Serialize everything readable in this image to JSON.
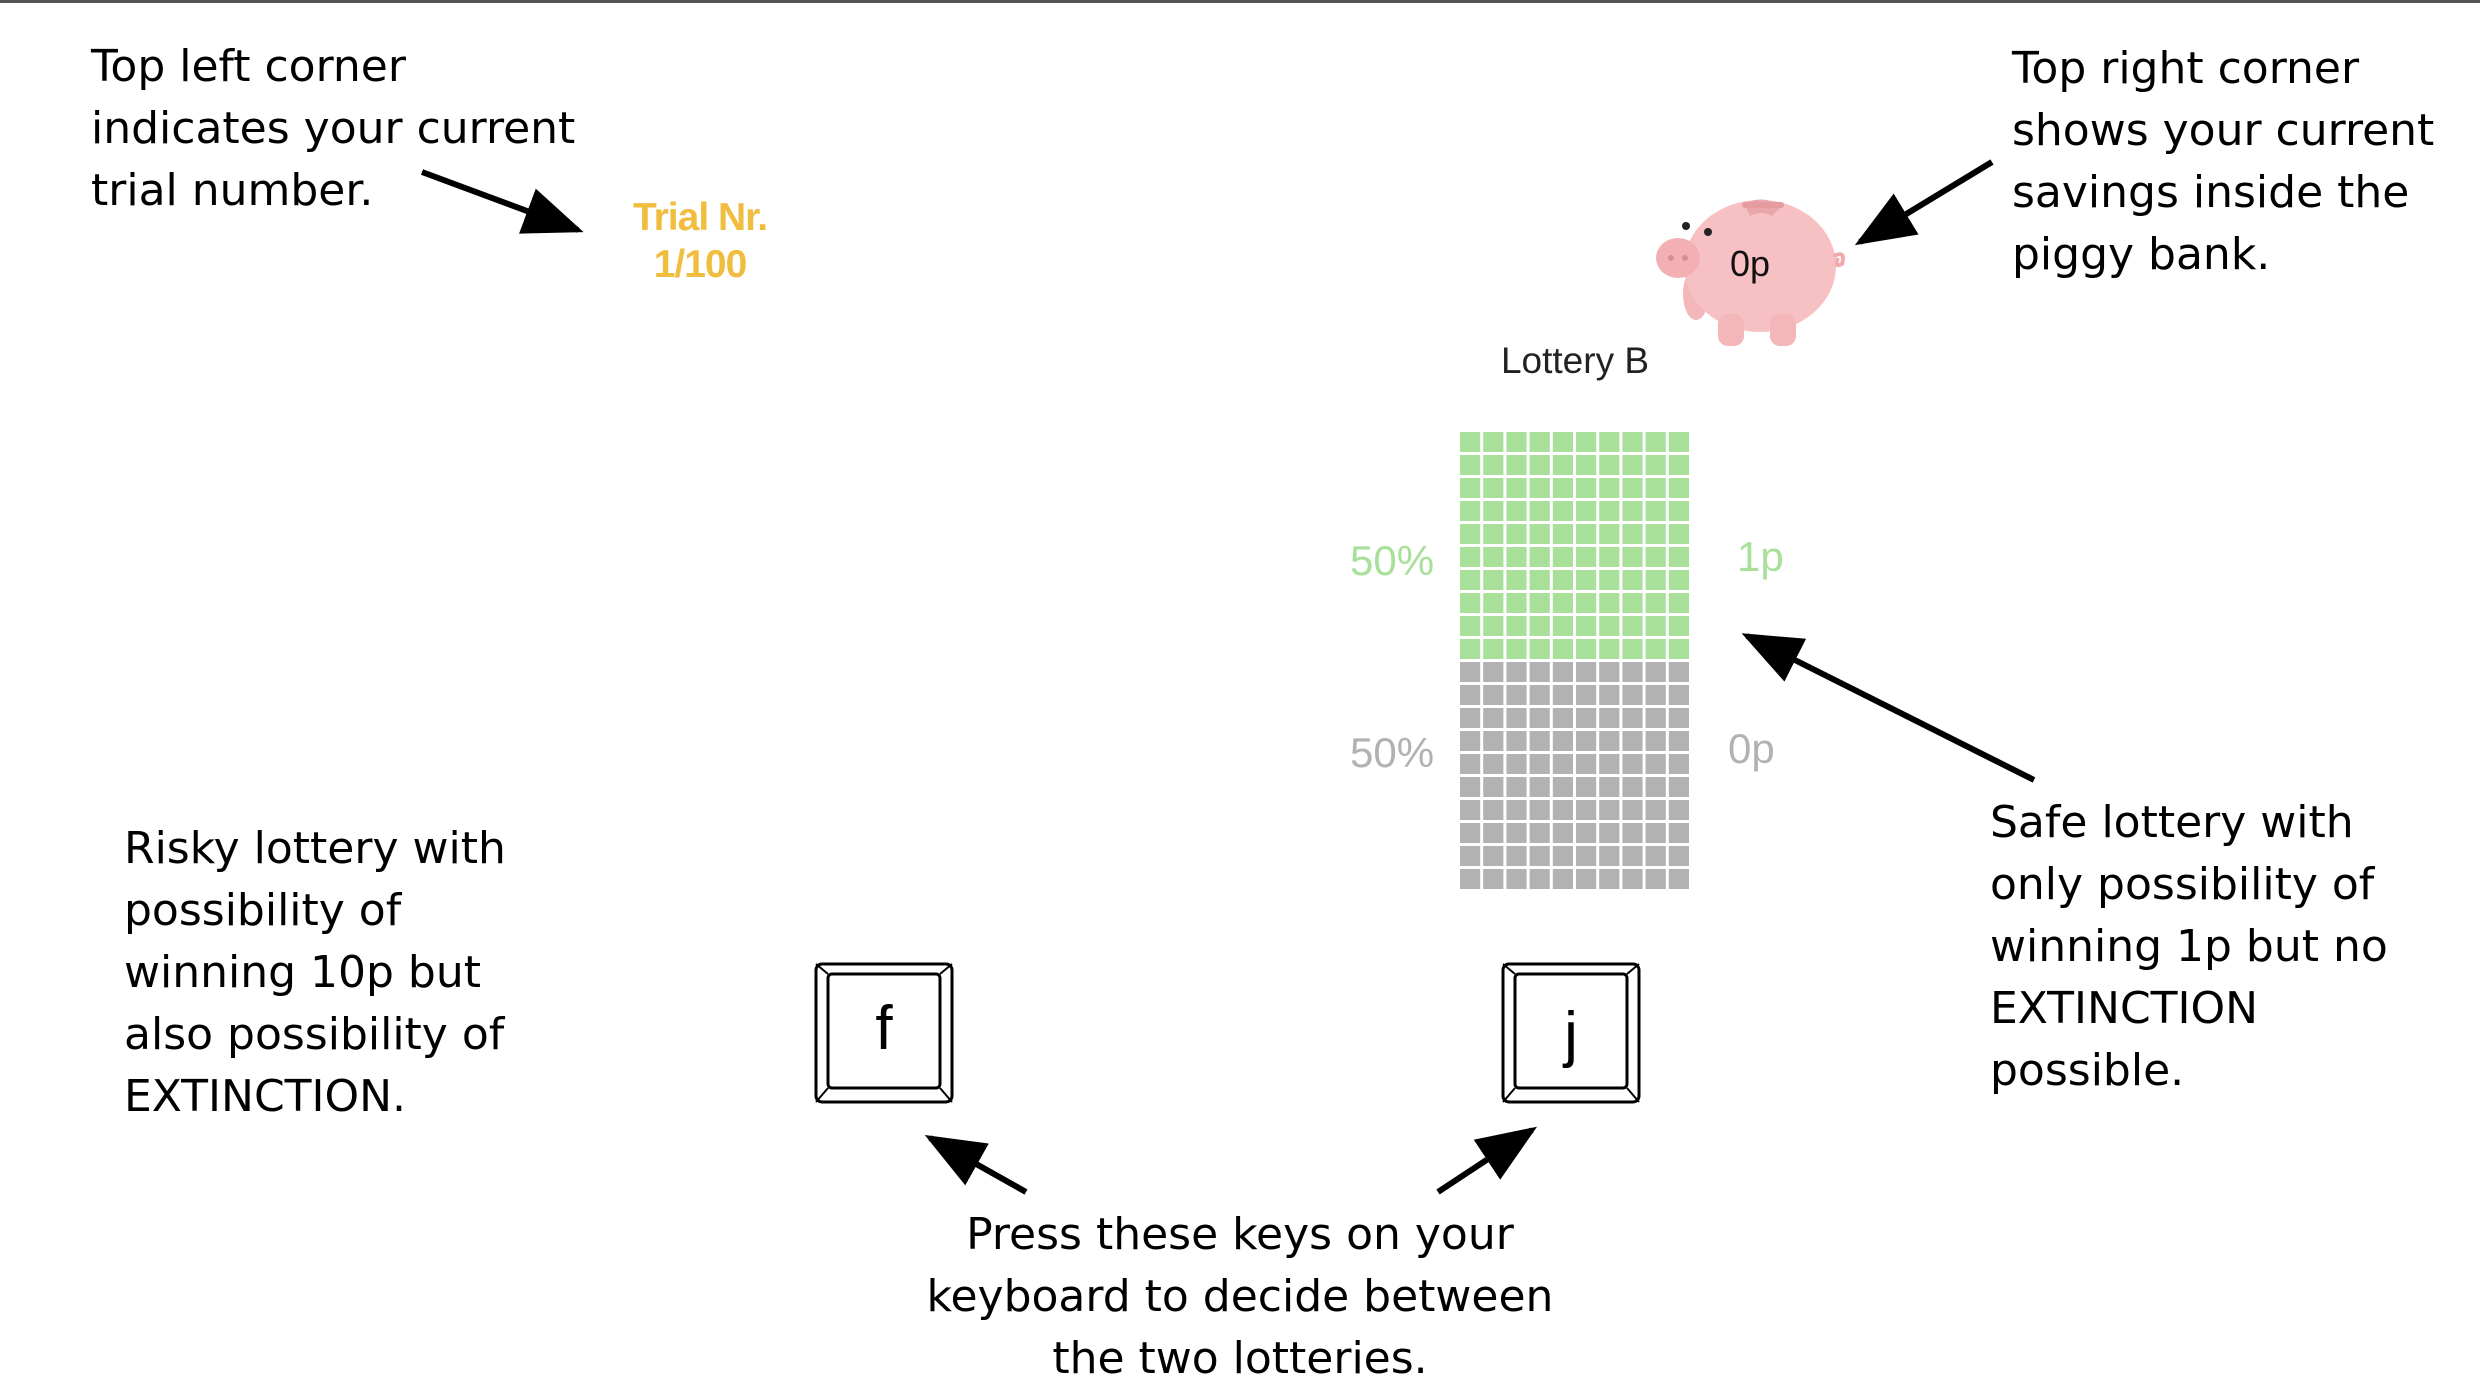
{
  "annotations": {
    "trial": [
      "Top left corner",
      "indicates your current",
      "trial number."
    ],
    "savings": [
      "Top right corner",
      "shows your current",
      "savings inside the",
      "piggy bank."
    ],
    "risky": [
      "Risky lottery with",
      "possibility of",
      "winning 10p but",
      "also possibility of",
      "EXTINCTION."
    ],
    "safe": [
      "Safe lottery with",
      "only possibility of",
      "winning 1p but no",
      "EXTINCTION",
      "possible."
    ],
    "keys": [
      "Press these keys on your",
      "keyboard to decide between",
      "the two lotteries."
    ]
  },
  "trial": {
    "label": "Trial Nr.",
    "counter": "1/100"
  },
  "piggy_bank": {
    "icon": "piggy-bank-icon",
    "savings": "0p"
  },
  "lottery": {
    "title": "Lottery B",
    "grid": {
      "columns": 10,
      "rows": 20,
      "win_rows": 10
    },
    "win": {
      "probability": "50%",
      "outcome": "1p",
      "color": "#a8e09a"
    },
    "lose": {
      "probability": "50%",
      "outcome": "0p",
      "color": "#b2b2b2"
    }
  },
  "keys": {
    "left": "f",
    "right": "j"
  },
  "colors": {
    "trial": "#f0bd3e",
    "win": "#a8e09a",
    "lose": "#b2b2b2",
    "piggy": "#f7c1c3"
  }
}
